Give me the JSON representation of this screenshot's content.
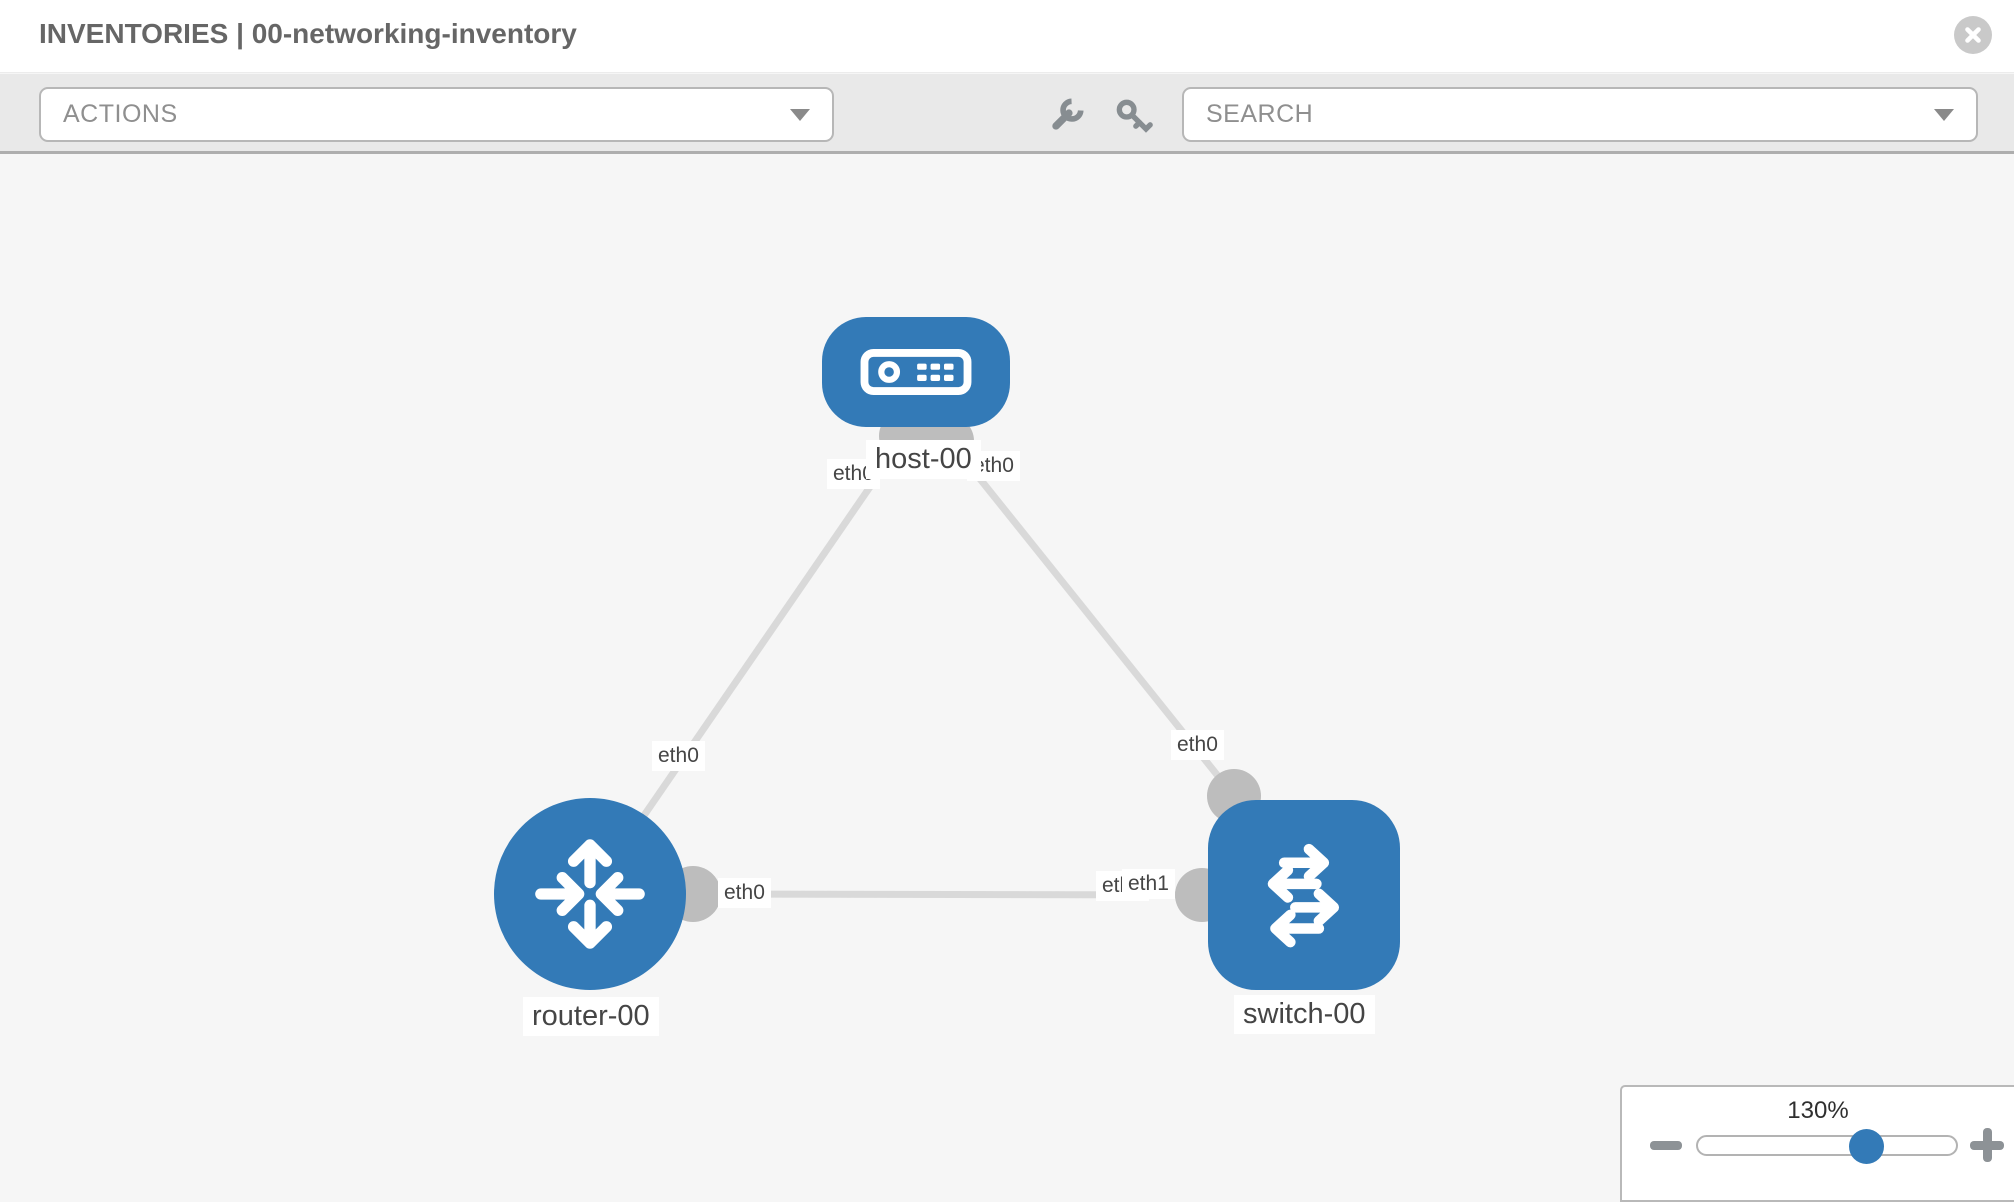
{
  "header": {
    "title": "INVENTORIES | 00-networking-inventory"
  },
  "toolbar": {
    "actions_label": "ACTIONS",
    "search_label": "SEARCH",
    "icons": [
      "wrench-icon",
      "key-icon"
    ]
  },
  "colors": {
    "node_blue": "#337ab7",
    "link_gray": "#d9d9d9",
    "interface_gray": "#bdbdbd",
    "toolbar_bg": "#e9e9e9",
    "canvas_bg": "#f6f6f6"
  },
  "topology": {
    "nodes": [
      {
        "id": "host-00",
        "type": "host",
        "label": "host-00"
      },
      {
        "id": "router-00",
        "type": "router",
        "label": "router-00"
      },
      {
        "id": "switch-00",
        "type": "switch",
        "label": "switch-00"
      }
    ],
    "links": [
      {
        "from": "host-00",
        "to": "router-00",
        "from_iface": "eth0",
        "to_iface": "eth0"
      },
      {
        "from": "host-00",
        "to": "switch-00",
        "from_iface": "eth0",
        "to_iface": "eth0"
      },
      {
        "from": "router-00",
        "to": "switch-00",
        "from_iface": "eth0",
        "to_iface": "eth1"
      }
    ],
    "iface_labels": [
      {
        "text": "eth0"
      },
      {
        "text": "eth0"
      },
      {
        "text": "eth0"
      },
      {
        "text": "eth0"
      },
      {
        "text": "eth0"
      },
      {
        "text": "eth0"
      },
      {
        "text": "eth1"
      }
    ]
  },
  "zoom_control": {
    "level": "130%"
  }
}
